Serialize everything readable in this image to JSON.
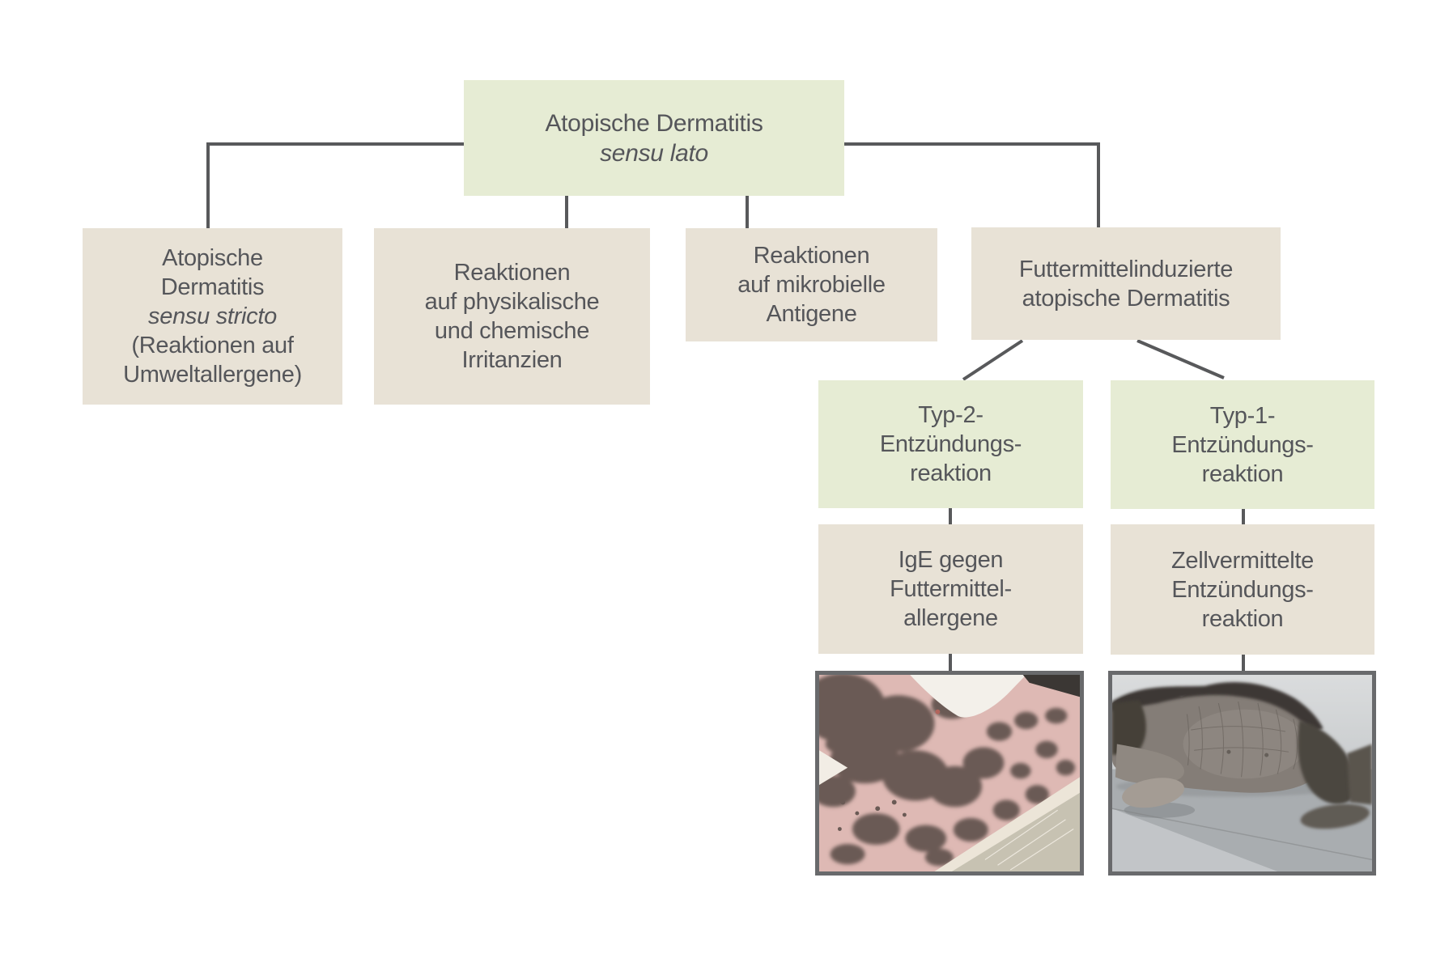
{
  "figure": {
    "root": {
      "lines": [
        "Atopische Dermatitis",
        "sensu lato"
      ]
    },
    "level2": {
      "stricto": {
        "lines": [
          "Atopische",
          "Dermatitis",
          "sensu stricto",
          "(Reaktionen auf",
          "Umweltallergene)"
        ]
      },
      "irritanzien": {
        "lines": [
          "Reaktionen",
          "auf physikalische",
          "und chemische",
          "Irritanzien"
        ]
      },
      "mikrobiell": {
        "lines": [
          "Reaktionen",
          "auf mikrobielle",
          "Antigene"
        ]
      },
      "futtermittel": {
        "lines": [
          "Futtermittelinduzierte",
          "atopische Dermatitis"
        ]
      }
    },
    "level3": {
      "typ2": {
        "lines": [
          "Typ-2-",
          "Entzündungs-",
          "reaktion"
        ]
      },
      "typ1": {
        "lines": [
          "Typ-1-",
          "Entzündungs-",
          "reaktion"
        ]
      }
    },
    "level4": {
      "ige": {
        "lines": [
          "IgE gegen",
          "Futtermittel-",
          "allergene"
        ]
      },
      "zell": {
        "lines": [
          "Zellvermittelte",
          "Entzündungs-",
          "reaktion"
        ]
      }
    },
    "photos": {
      "left": {
        "description": "Foto: Bauchhaut eines Hundes mit rosafarbener Haut und dunklen Pigmentflecken"
      },
      "right": {
        "description": "Foto: Tier mit grauer, verdickter, haarloser Haut liegt seitlich auf einem Untersuchungstisch"
      }
    },
    "colors": {
      "box_green": "#e6ecd4",
      "box_beige": "#e8e2d6",
      "text": "#55565a",
      "line": "#58595b",
      "photo_border": "#696a6c",
      "background": "#ffffff"
    }
  }
}
